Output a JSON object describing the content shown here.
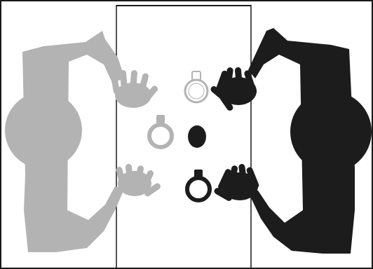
{
  "figure": {
    "panels": [
      "left-zone",
      "center-zone",
      "right-zone"
    ],
    "figures": [
      {
        "id": "left-person",
        "color": "#b3b3b3"
      },
      {
        "id": "right-person",
        "color": "#1c1c1c"
      }
    ],
    "tokens": [
      {
        "id": "ring-top",
        "kind": "ring",
        "owner": "left-person",
        "color": "#b3b3b3",
        "filled": false,
        "stroke": "thin"
      },
      {
        "id": "ring-middle-left",
        "kind": "ring",
        "owner": "left-person",
        "color": "#b3b3b3",
        "filled": false,
        "stroke": "thick"
      },
      {
        "id": "center-disc",
        "kind": "disc",
        "owner": "right-person",
        "color": "#1c1c1c",
        "filled": true
      },
      {
        "id": "ring-bottom",
        "kind": "ring",
        "owner": "right-person",
        "color": "#1c1c1c",
        "filled": false,
        "stroke": "thick"
      }
    ],
    "colors": {
      "frame": "#1a1a1a",
      "background": "#ffffff",
      "gray": "#b3b3b3",
      "black": "#1c1c1c"
    }
  }
}
